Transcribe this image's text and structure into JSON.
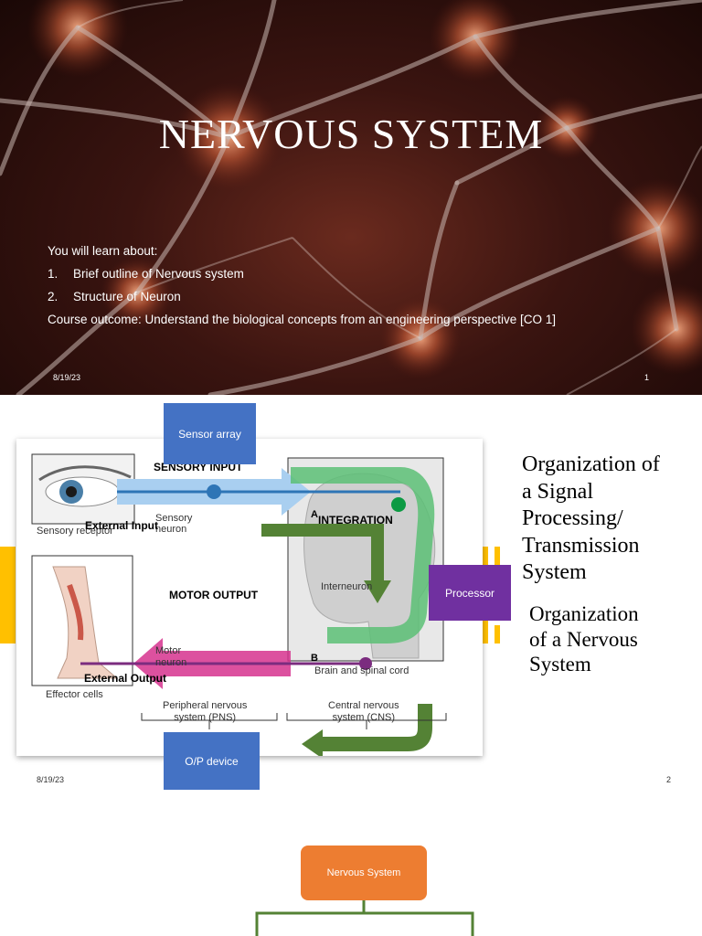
{
  "slide1": {
    "title": "NERVOUS SYSTEM",
    "intro": "You will learn about:",
    "items": [
      {
        "num": "1.",
        "text": "Brief outline of Nervous system"
      },
      {
        "num": "2.",
        "text": "Structure of Neuron"
      }
    ],
    "outcome": "Course outcome: Understand the biological concepts from an engineering perspective [CO 1]",
    "date": "8/19/23",
    "page": "1"
  },
  "slide2": {
    "heading": [
      "Organization of",
      "a Signal",
      "Processing/",
      "Transmission",
      "System"
    ],
    "subheading": [
      "Organization",
      "of a Nervous",
      "System"
    ],
    "boxes": {
      "sensor": "Sensor array",
      "processor": "Processor",
      "output": "O/P device"
    },
    "figure": {
      "sensory_input": "SENSORY INPUT",
      "integration": "INTEGRATION",
      "motor_output": "MOTOR OUTPUT",
      "sensory_receptor": "Sensory receptor",
      "sensory_neuron": [
        "Sensory",
        "neuron"
      ],
      "interneuron": "Interneuron",
      "motor_neuron": [
        "Motor",
        "neuron"
      ],
      "effector_cells": "Effector cells",
      "brain_spinal": "Brain and spinal cord",
      "pns": [
        "Peripheral nervous",
        "system (PNS)"
      ],
      "cns": [
        "Central nervous",
        "system (CNS)"
      ],
      "external_input": "External Input",
      "external_output": "External Output",
      "label_a": "A",
      "label_b": "B"
    },
    "date": "8/19/23",
    "page": "2"
  },
  "slide3": {
    "root": "Nervous System"
  },
  "colors": {
    "blue_box": "#4472c4",
    "purple_box": "#7030a0",
    "orange_box": "#ed7d31",
    "yellow_accent": "#ffc000",
    "green_arrow": "#548235"
  }
}
